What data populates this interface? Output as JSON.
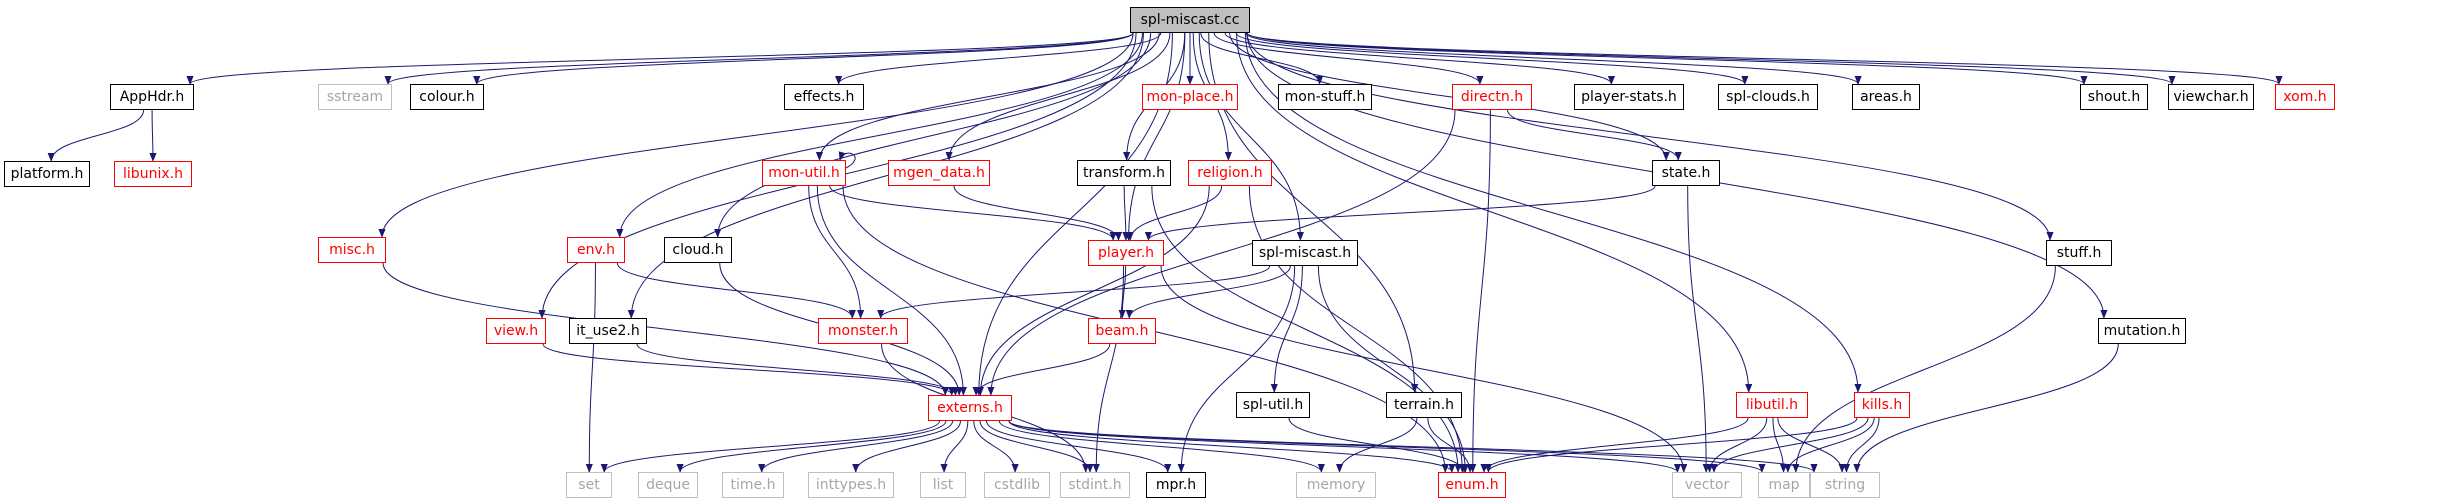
{
  "diagram": {
    "colors": {
      "edge": "#191970",
      "link_border": "#000000",
      "missing_border": "#ff0000",
      "external_border": "#bfbfbf",
      "root_fill": "#bfbfbf"
    },
    "nodes": {
      "spl_miscast_cc": "spl-miscast.cc",
      "apphdr_h": "AppHdr.h",
      "sstream": "sstream",
      "colour_h": "colour.h",
      "effects_h": "effects.h",
      "mon_place_h": "mon-place.h",
      "mon_stuff_h": "mon-stuff.h",
      "directn_h": "directn.h",
      "player_stats_h": "player-stats.h",
      "spl_clouds_h": "spl-clouds.h",
      "areas_h": "areas.h",
      "shout_h": "shout.h",
      "viewchar_h": "viewchar.h",
      "xom_h": "xom.h",
      "platform_h": "platform.h",
      "libunix_h": "libunix.h",
      "mon_util_h": "mon-util.h",
      "mgen_data_h": "mgen_data.h",
      "transform_h": "transform.h",
      "religion_h": "religion.h",
      "state_h": "state.h",
      "misc_h": "misc.h",
      "env_h": "env.h",
      "cloud_h": "cloud.h",
      "player_h": "player.h",
      "spl_miscast_h": "spl-miscast.h",
      "stuff_h": "stuff.h",
      "view_h": "view.h",
      "it_use2_h": "it_use2.h",
      "monster_h": "monster.h",
      "beam_h": "beam.h",
      "mutation_h": "mutation.h",
      "spl_util_h": "spl-util.h",
      "terrain_h": "terrain.h",
      "libutil_h": "libutil.h",
      "kills_h": "kills.h",
      "externs_h": "externs.h",
      "set": "set",
      "deque": "deque",
      "time_h": "time.h",
      "inttypes_h": "inttypes.h",
      "list": "list",
      "cstdlib": "cstdlib",
      "stdint_h": "stdint.h",
      "mpr_h": "mpr.h",
      "memory": "memory",
      "enum_h": "enum.h",
      "vector": "vector",
      "map": "map",
      "string": "string"
    }
  }
}
